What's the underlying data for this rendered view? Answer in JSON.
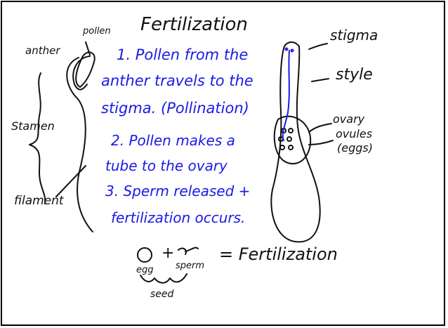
{
  "title": "Fertilization",
  "labels": {
    "pollen": "pollen",
    "anther": "anther",
    "stamen": "Stamen",
    "filament": "filament",
    "stigma": "stigma",
    "style": "style",
    "ovary": "ovary",
    "ovules": "ovules",
    "eggs": "(eggs)",
    "egg": "egg",
    "sperm": "sperm",
    "seed": "seed"
  },
  "steps": [
    {
      "line1": "1. Pollen from the",
      "line2": "anther travels to the",
      "line3": "stigma. (Pollination)"
    },
    {
      "line1": "2. Pollen makes a",
      "line2": "tube to the ovary"
    },
    {
      "line1": "3. Sperm released +",
      "line2": "fertilization occurs."
    }
  ],
  "equation": {
    "plus": "+",
    "equals": "= Fertilization"
  },
  "colors": {
    "ink_black": "#111111",
    "ink_blue": "#1a1ae6"
  }
}
